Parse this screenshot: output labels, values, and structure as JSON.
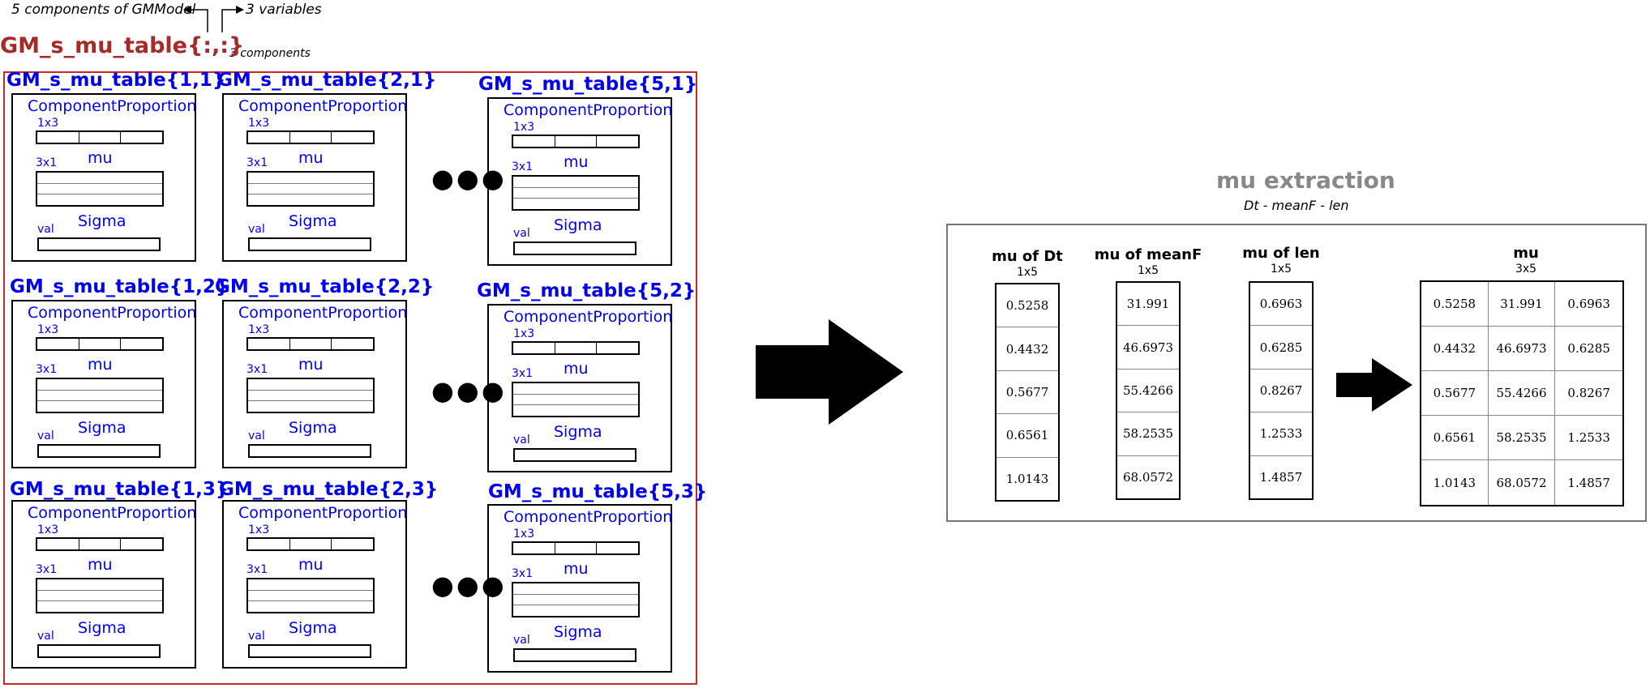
{
  "annotations": {
    "components": "5 components of GMModel",
    "variables": "3 variables",
    "three_components": "3 components"
  },
  "main_title": "GM_s_mu_table{:,:}",
  "cell_labels": {
    "component_proportion": "ComponentProportion",
    "dim_1x3": "1x3",
    "dim_3x1": "3x1",
    "mu": "mu",
    "val": "val",
    "sigma": "Sigma"
  },
  "cells": [
    "GM_s_mu_table{1,1}",
    "GM_s_mu_table{2,1}",
    "GM_s_mu_table{5,1}",
    "GM_s_mu_table{1,2}",
    "GM_s_mu_table{2,2}",
    "GM_s_mu_table{5,2}",
    "GM_s_mu_table{1,3}",
    "GM_s_mu_table{2,3}",
    "GM_s_mu_table{5,3}"
  ],
  "dots": "●●●",
  "extraction": {
    "title": "mu extraction",
    "subtitle": "Dt - meanF - len",
    "columns": [
      {
        "name": "mu of Dt",
        "dim": "1x5",
        "values": [
          "0.5258",
          "0.4432",
          "0.5677",
          "0.6561",
          "1.0143"
        ]
      },
      {
        "name": "mu of meanF",
        "dim": "1x5",
        "values": [
          "31.991",
          "46.6973",
          "55.4266",
          "58.2535",
          "68.0572"
        ]
      },
      {
        "name": "mu of len",
        "dim": "1x5",
        "values": [
          "0.6963",
          "0.6285",
          "0.8267",
          "1.2533",
          "1.4857"
        ]
      }
    ],
    "matrix": {
      "name": "mu",
      "dim": "3x5",
      "rows": [
        [
          "0.5258",
          "31.991",
          "0.6963"
        ],
        [
          "0.4432",
          "46.6973",
          "0.6285"
        ],
        [
          "0.5677",
          "55.4266",
          "0.8267"
        ],
        [
          "0.6561",
          "58.2535",
          "1.2533"
        ],
        [
          "1.0143",
          "68.0572",
          "1.4857"
        ]
      ]
    }
  },
  "colors": {
    "title_red": "#a52a2a",
    "frame_red": "#c62828",
    "label_blue": "#0000ee",
    "gray": "#888888"
  }
}
